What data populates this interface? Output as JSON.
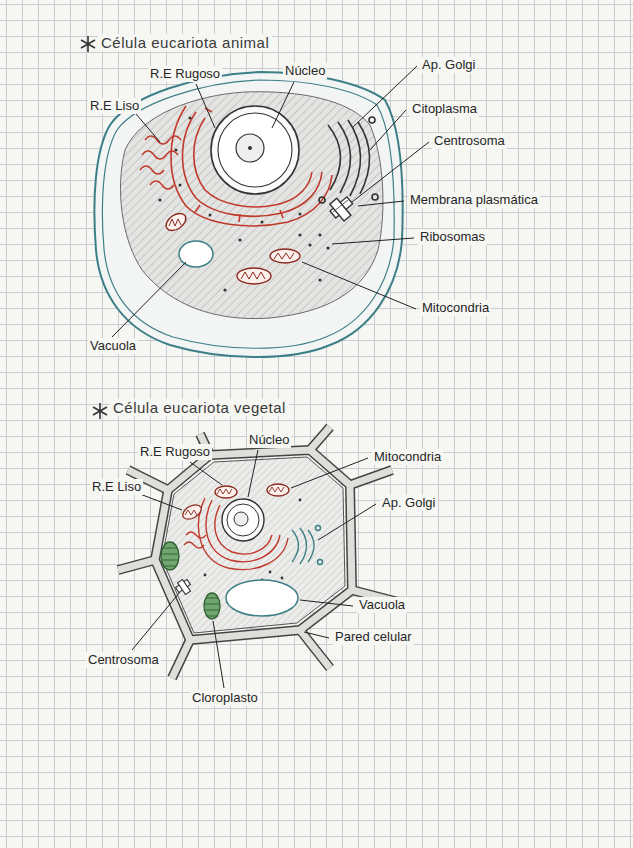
{
  "diagram": {
    "nodes": [
      {
        "text": [
          "Célula eucariota animal"
        ]
      },
      {
        "text": [
          "Célula eucariota vegetal"
        ]
      }
    ],
    "labels": [
      "R.E Rugoso",
      "Núcleo",
      "Ap. Golgi",
      "R.E Liso",
      "Citoplasma",
      "Centrosoma",
      "Membrana plasmática",
      "Ribosomas",
      "Mitocondria",
      "Vacuola",
      "R.E Rugoso",
      "Núcleo",
      "Mitocondria",
      "R.E Liso",
      "Ap. Golgi",
      "Vacuola",
      "Pared celular",
      "Centrosoma",
      "Cloroplasto"
    ]
  }
}
